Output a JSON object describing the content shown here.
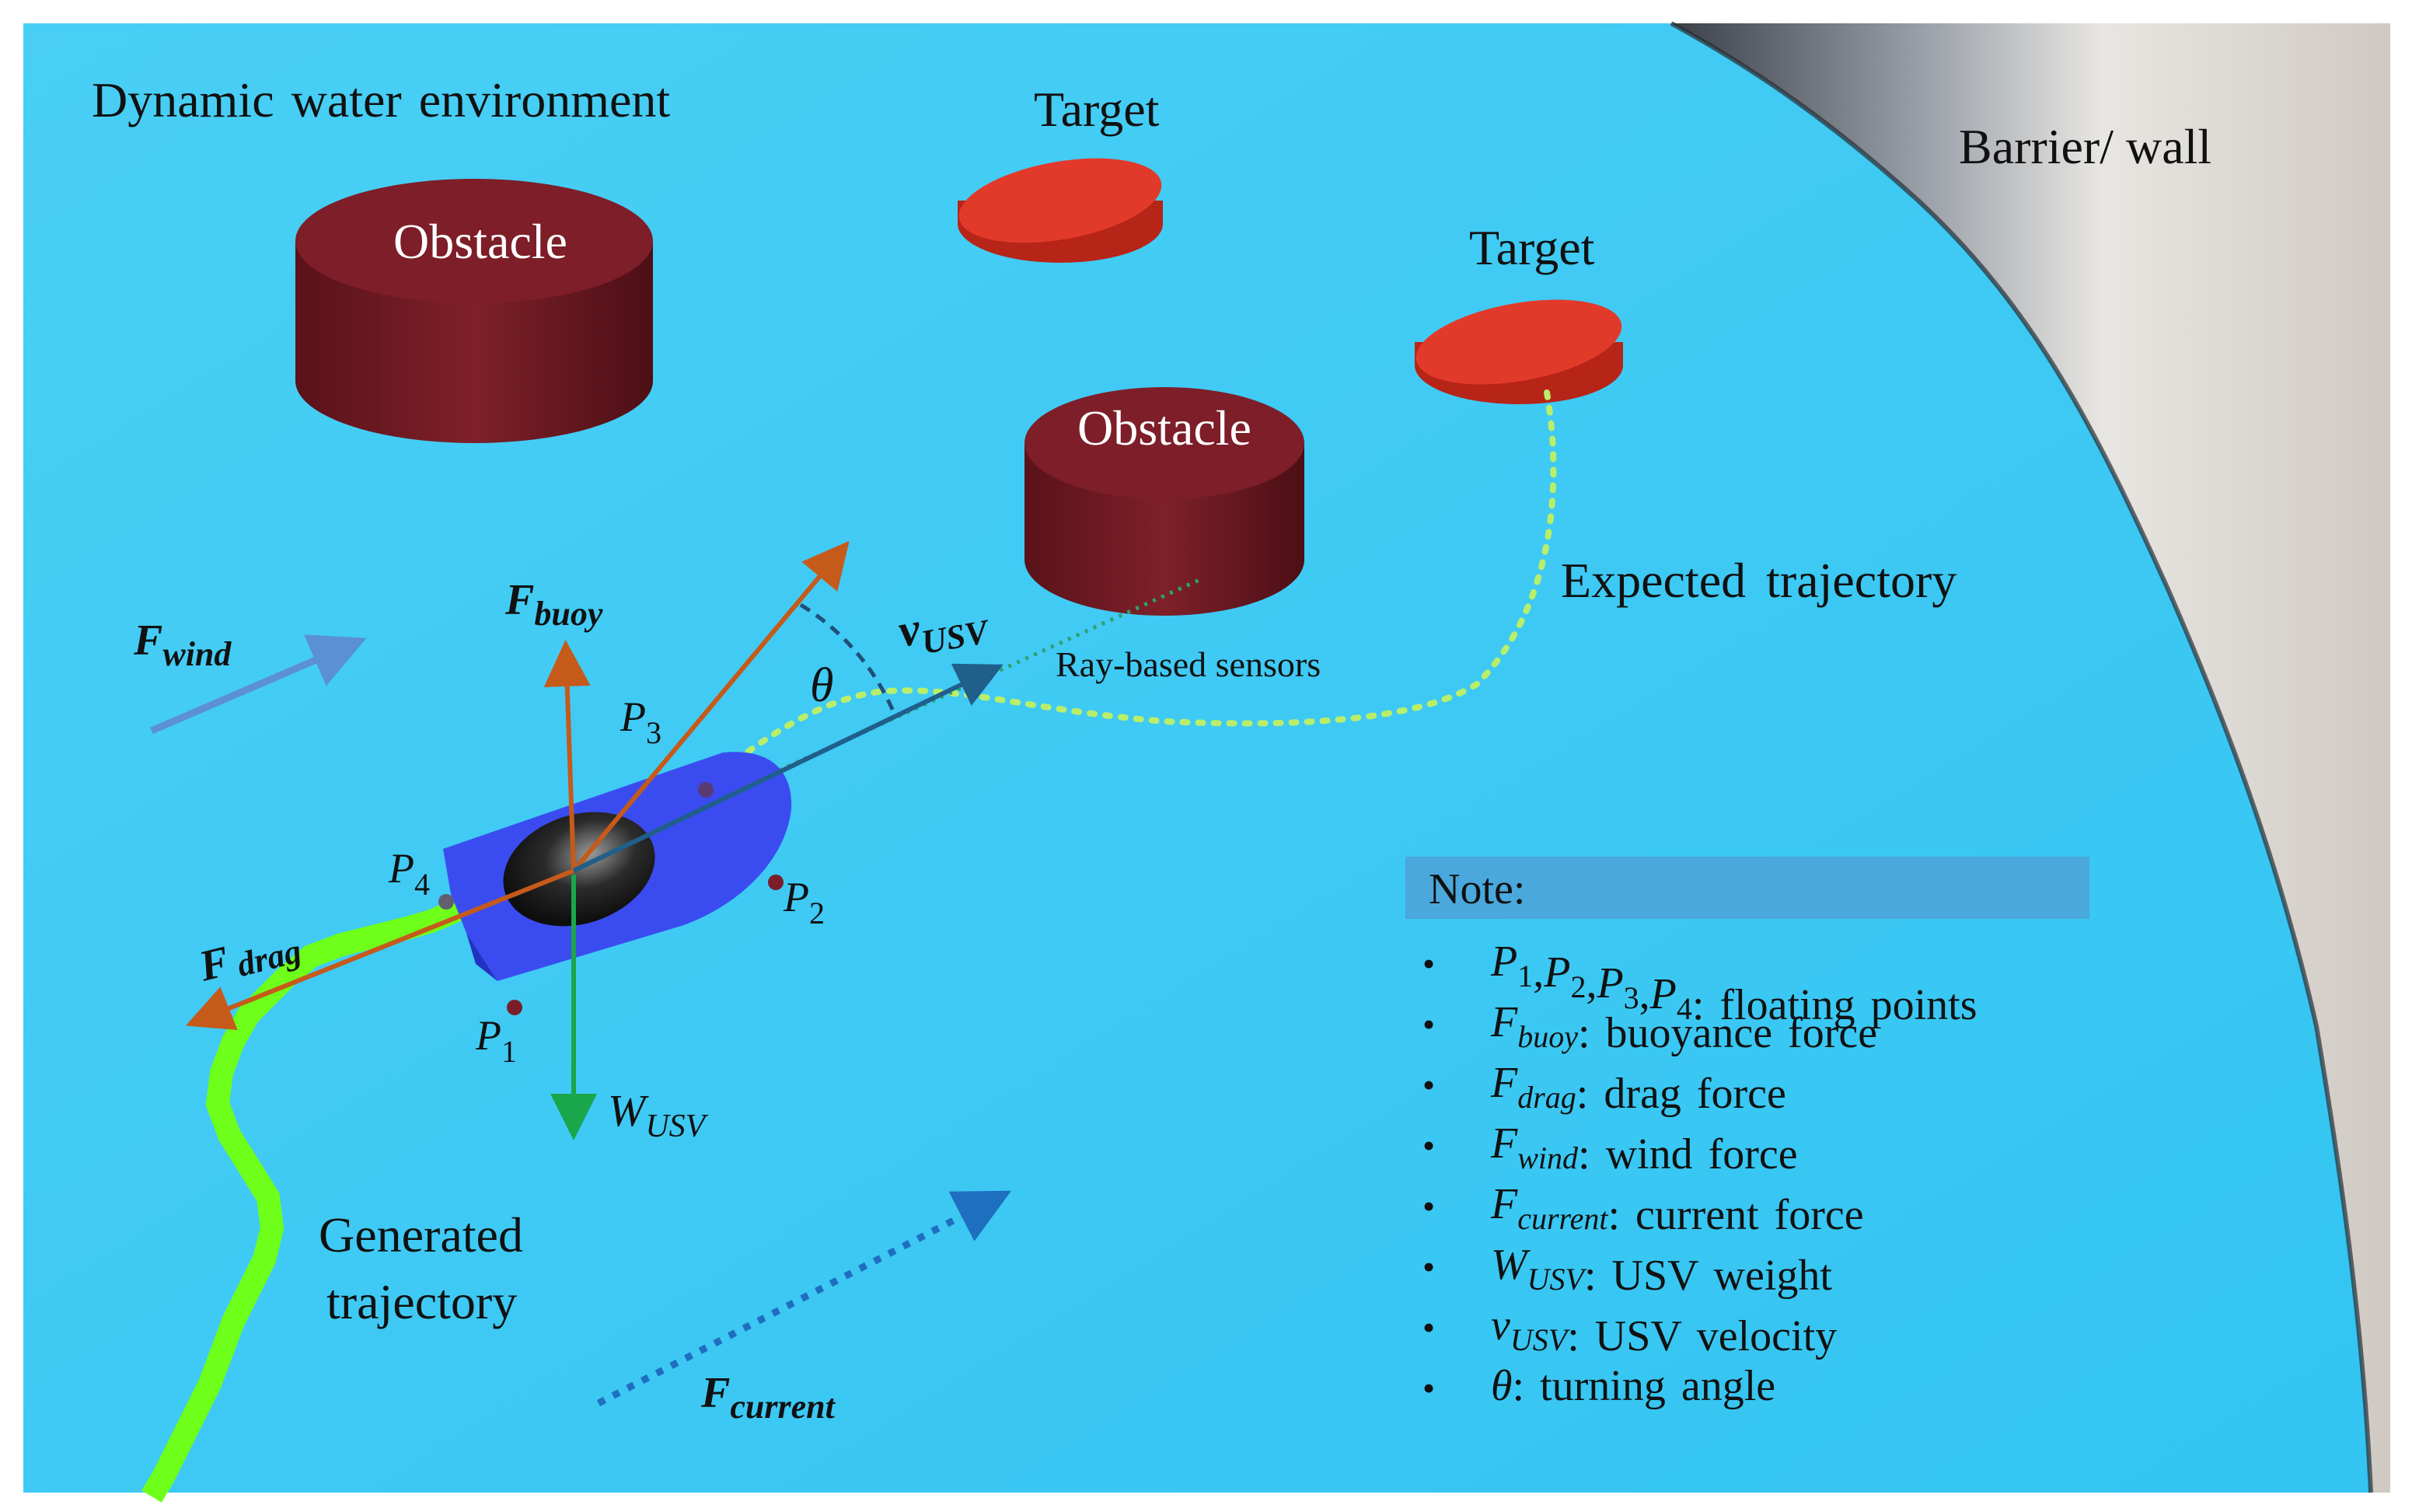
{
  "colors": {
    "water": "#3fc8f2",
    "obstacle": "#7a1f2a",
    "target": "#e23a2a",
    "boat": "#3a4cf0",
    "force_arrow": "#c55a1a",
    "velocity_arrow": "#1f5f8a",
    "weight_arrow": "#1aa64a",
    "wind_arrow": "#5b8fd6",
    "current_arrow": "#1f6fc0",
    "generated_trajectory": "#6eff1a",
    "expected_trajectory": "#b9ee6a",
    "note_header": "#4aa8dc"
  },
  "labels": {
    "environment": "Dynamic water environment",
    "barrier": "Barrier/ wall",
    "target_1": "Target",
    "target_2": "Target",
    "obstacle_1": "Obstacle",
    "obstacle_2": "Obstacle",
    "expected_trajectory": "Expected trajectory",
    "generated_trajectory_line1": "Generated",
    "generated_trajectory_line2": "trajectory",
    "ray_sensors": "Ray-based sensors"
  },
  "symbols": {
    "wind": {
      "base": "F",
      "sub": "wind"
    },
    "buoy": {
      "base": "F",
      "sub": "buoy"
    },
    "drag": {
      "base": "F",
      "sub": "drag"
    },
    "current": {
      "base": "F",
      "sub": "current"
    },
    "velocity": {
      "base": "v",
      "sub": "USV"
    },
    "weight": {
      "base": "W",
      "sub": "USV"
    },
    "theta": "θ",
    "p1": {
      "base": "P",
      "sub": "1"
    },
    "p2": {
      "base": "P",
      "sub": "2"
    },
    "p3": {
      "base": "P",
      "sub": "3"
    },
    "p4": {
      "base": "P",
      "sub": "4"
    }
  },
  "note": {
    "header": "Note:",
    "bullet": "•",
    "items": [
      {
        "sym": [
          [
            "P",
            "1"
          ],
          [
            "P",
            "2"
          ],
          [
            "P",
            "3"
          ],
          [
            "P",
            "4"
          ]
        ],
        "text": ": floating points"
      },
      {
        "sym": [
          [
            "F",
            "buoy"
          ]
        ],
        "text": ": buoyance  force"
      },
      {
        "sym": [
          [
            "F",
            "drag"
          ]
        ],
        "text": ": drag  force"
      },
      {
        "sym": [
          [
            "F",
            "wind"
          ]
        ],
        "text": ": wind  force"
      },
      {
        "sym": [
          [
            "F",
            "current"
          ]
        ],
        "text": ": current  force"
      },
      {
        "sym": [
          [
            "W",
            "USV"
          ]
        ],
        "text": ": USV  weight"
      },
      {
        "sym": [
          [
            "v",
            "USV"
          ]
        ],
        "text": ": USV  velocity"
      },
      {
        "sym": [
          [
            "θ",
            ""
          ]
        ],
        "text": ": turning  angle"
      }
    ]
  }
}
